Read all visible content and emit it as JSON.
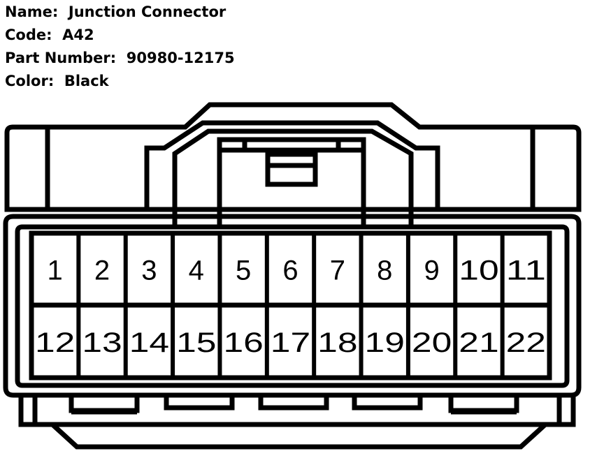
{
  "connector": {
    "name_label": "Name:",
    "name_value": "Junction Connector",
    "code_label": "Code:",
    "code_value": "A42",
    "part_number_label": "Part Number:",
    "part_number_value": "90980-12175",
    "color_label": "Color:",
    "color_value": "Black"
  },
  "pins": {
    "row1": [
      "1",
      "2",
      "3",
      "4",
      "5",
      "6",
      "7",
      "8",
      "9",
      "10",
      "11"
    ],
    "row2": [
      "12",
      "13",
      "14",
      "15",
      "16",
      "17",
      "18",
      "19",
      "20",
      "21",
      "22"
    ]
  },
  "colors": {
    "line": "#000000",
    "background": "#ffffff"
  }
}
